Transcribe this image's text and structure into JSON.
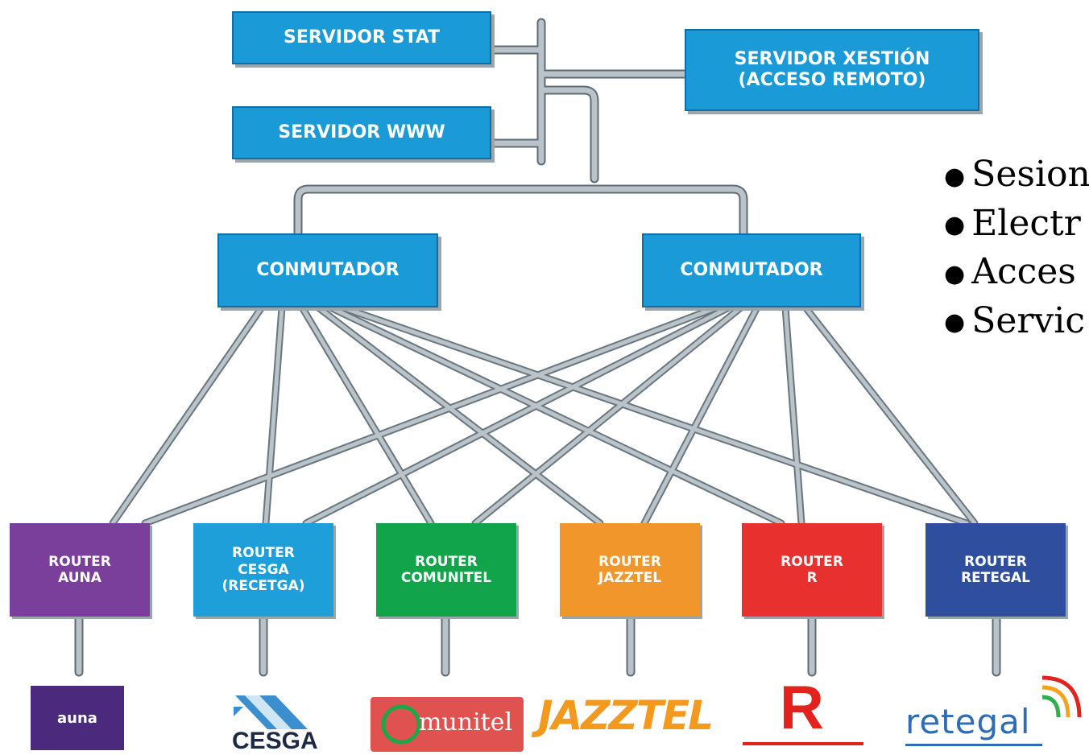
{
  "servers": {
    "stat": "SERVIDOR STAT",
    "www": "SERVIDOR WWW",
    "xestion_line1": "SERVIDOR XESTIÓN",
    "xestion_line2": "(ACCESO REMOTO)"
  },
  "switches": [
    "CONMUTADOR",
    "CONMUTADOR"
  ],
  "routers": [
    {
      "line1": "ROUTER",
      "line2": "AUNA",
      "line3": "",
      "color": "#7a3f9a"
    },
    {
      "line1": "ROUTER",
      "line2": "CESGA",
      "line3": "(RECETGA)",
      "color": "#1e9fd9"
    },
    {
      "line1": "ROUTER",
      "line2": "COMUNITEL",
      "line3": "",
      "color": "#12a44a"
    },
    {
      "line1": "ROUTER",
      "line2": "JAZZTEL",
      "line3": "",
      "color": "#f0962a"
    },
    {
      "line1": "ROUTER",
      "line2": "R",
      "line3": "",
      "color": "#e8312e"
    },
    {
      "line1": "ROUTER",
      "line2": "RETEGAL",
      "line3": "",
      "color": "#2f4e9e"
    }
  ],
  "logos": {
    "auna": "auna",
    "cesga": "CESGA",
    "comunitel": "munitel",
    "jazztel": "JAZZTEL",
    "r": "R",
    "retegal": "retegal"
  },
  "bullets": [
    "Sesion",
    "Electr",
    "Acces",
    "Servic"
  ],
  "colors": {
    "server": "#1a9ad6",
    "line": "#9aa6ad",
    "line_dark": "#5f6b72"
  }
}
